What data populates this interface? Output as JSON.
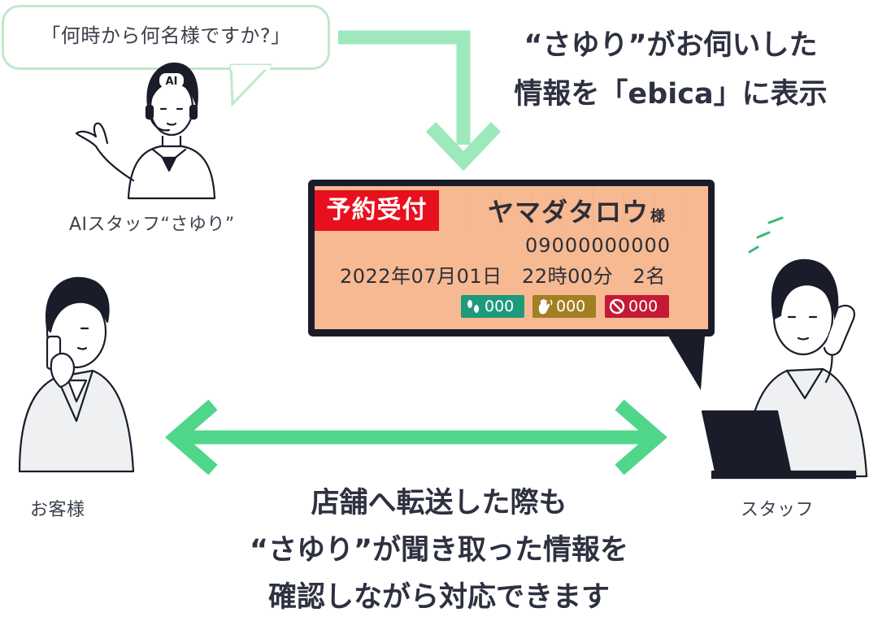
{
  "bubble": {
    "text": "「何時から何名様ですか?」"
  },
  "headline": {
    "line1": "“さゆり”がお伺いした",
    "line2": "情報を「ebica」に表示"
  },
  "ai_staff": {
    "label": "AIスタッフ“さゆり”",
    "badge": "AI"
  },
  "customer": {
    "label": "お客様"
  },
  "staff": {
    "label": "スタッフ"
  },
  "card": {
    "tag": "予約受付",
    "guest_name": "ヤマダタロウ",
    "honorific": "様",
    "phone": "09000000000",
    "date": "2022年07月01日",
    "time": "22時00分",
    "party_size": "2名",
    "badges": [
      {
        "icon": "footprints-icon",
        "value": "000",
        "color": "#1d9a7a"
      },
      {
        "icon": "hand-wave-icon",
        "value": "000",
        "color": "#a37f23"
      },
      {
        "icon": "no-entry-icon",
        "value": "000",
        "color": "#c41a35"
      }
    ]
  },
  "bottom": {
    "line1": "店舗へ転送した際も",
    "line2": "“さゆり”が聞き取った情報を",
    "line3": "確認しながら対応できます"
  },
  "colors": {
    "accent_green": "#4fd68a",
    "light_green": "#9ee8bd",
    "bubble_border": "#bfe8cc",
    "card_bg": "#f6b991",
    "tag_red": "#e8101e",
    "navy": "#1a1c2a"
  }
}
